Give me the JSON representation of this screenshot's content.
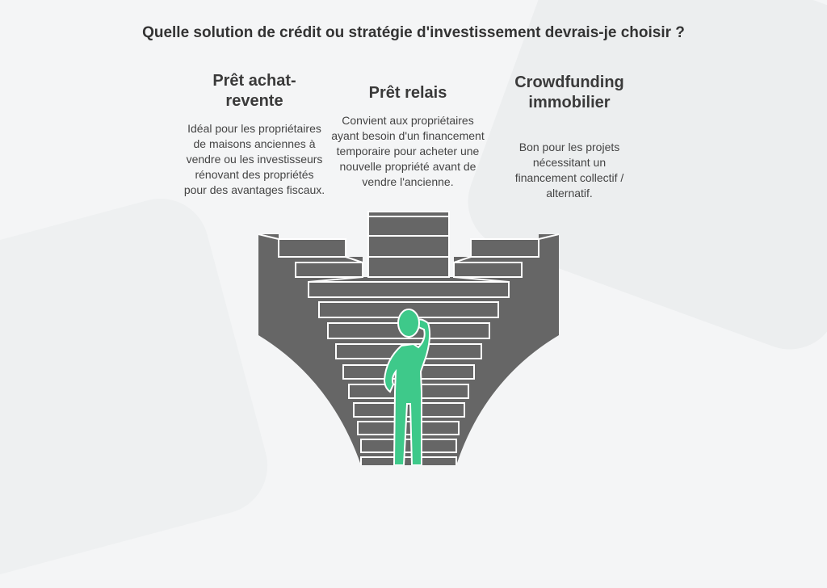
{
  "title": "Quelle solution de crédit ou stratégie d'investissement devrais-je choisir ?",
  "options": [
    {
      "title": "Prêt achat-revente",
      "description": "Idéal pour les propriétaires de maisons anciennes à vendre ou les investisseurs rénovant des propriétés pour des avantages fiscaux."
    },
    {
      "title": "Prêt relais",
      "description": "Convient aux propriétaires ayant besoin d'un financement temporaire pour acheter une nouvelle propriété avant de vendre l'ancienne."
    },
    {
      "title": "Crowdfunding immobilier",
      "description": "Bon pour les projets nécessitant un financement collectif / alternatif."
    }
  ],
  "colors": {
    "stairs": "#666666",
    "person": "#3ec98a"
  }
}
